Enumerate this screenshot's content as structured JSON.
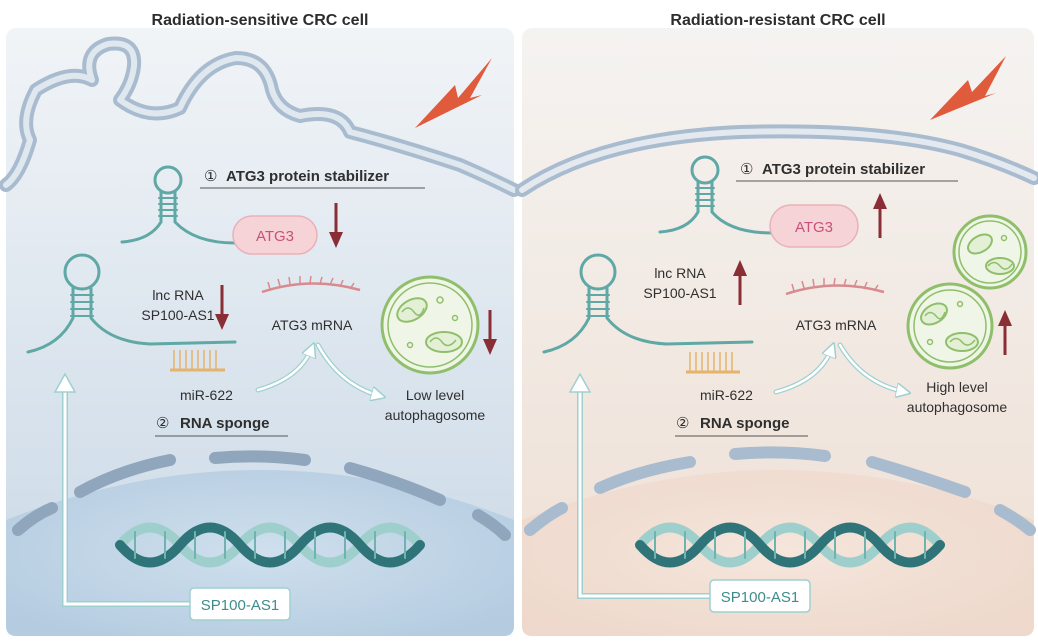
{
  "panels": {
    "left": {
      "title": "Radiation-sensitive CRC cell",
      "stabilizer_num": "①",
      "stabilizer_label": "ATG3 protein stabilizer",
      "atg3_protein": "ATG3",
      "lncrna_line1": "lnc RNA",
      "lncrna_line2": "SP100-AS1",
      "mrna_label": "ATG3 mRNA",
      "mirna_label": "miR-622",
      "sponge_num": "②",
      "sponge_label": "RNA sponge",
      "autophago_line1": "Low level",
      "autophago_line2": "autophagosome",
      "gene_label": "SP100-AS1",
      "trend": "down"
    },
    "right": {
      "title": "Radiation-resistant CRC cell",
      "stabilizer_num": "①",
      "stabilizer_label": "ATG3 protein stabilizer",
      "atg3_protein": "ATG3",
      "lncrna_line1": "lnc RNA",
      "lncrna_line2": "SP100-AS1",
      "mrna_label": "ATG3 mRNA",
      "mirna_label": "miR-622",
      "sponge_num": "②",
      "sponge_label": "RNA sponge",
      "autophago_line1": "High level",
      "autophago_line2": "autophagosome",
      "gene_label": "SP100-AS1",
      "trend": "up"
    }
  },
  "colors": {
    "left_bg": "#e3ebf3",
    "right_bg": "#f7efe9",
    "membrane": "#a9bccf",
    "rna": "#5fa8a6",
    "atg3_fill": "#f6d3d6",
    "atg3_text": "#c9507a",
    "arrow_trend": "#8a2e35",
    "lightning": "#e05a3c",
    "autophago": "#8fbf6a",
    "mirna": "#e5b36d",
    "dna_dark": "#2f7478",
    "dna_light": "#9fcfcc"
  }
}
